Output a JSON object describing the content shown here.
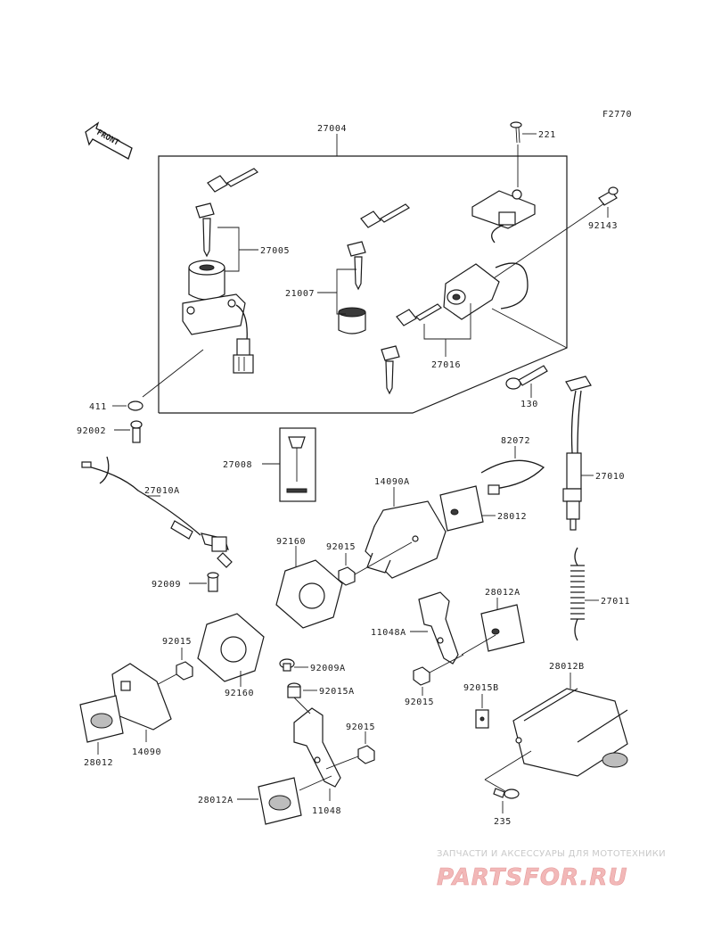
{
  "figure_code": "F2770",
  "front_label": "FRONT",
  "part_labels": {
    "p27004": "27004",
    "p221": "221",
    "p92143": "92143",
    "p27005": "27005",
    "p21007": "21007",
    "p27016": "27016",
    "p411": "411",
    "p130": "130",
    "p92002": "92002",
    "p27008": "27008",
    "p82072": "82072",
    "p27010": "27010",
    "p14090A": "14090A",
    "p27010A": "27010A",
    "p28012_top": "28012",
    "p92160_a": "92160",
    "p92015_a": "92015",
    "p92009": "92009",
    "p28012A_top": "28012A",
    "p27011": "27011",
    "p11048A": "11048A",
    "p92015_b": "92015",
    "p92009A": "92009A",
    "p92015A": "92015A",
    "p92015_c": "92015",
    "p92015_d": "92015",
    "p28012B": "28012B",
    "p92015B": "92015B",
    "p92160_b": "92160",
    "p14090": "14090",
    "p28012_bottom": "28012",
    "p28012A_bottom": "28012A",
    "p11048": "11048",
    "p235": "235"
  },
  "watermark": {
    "caption": "ЗАПЧАСТИ И АКСЕССУАРЫ ДЛЯ МОТОТЕХНИКИ",
    "brand": "PARTSFOR.RU"
  },
  "colors": {
    "ink": "#1a1a1a",
    "watermark_brand": "#f2b8b8",
    "watermark_caption": "#c9c9c9"
  }
}
